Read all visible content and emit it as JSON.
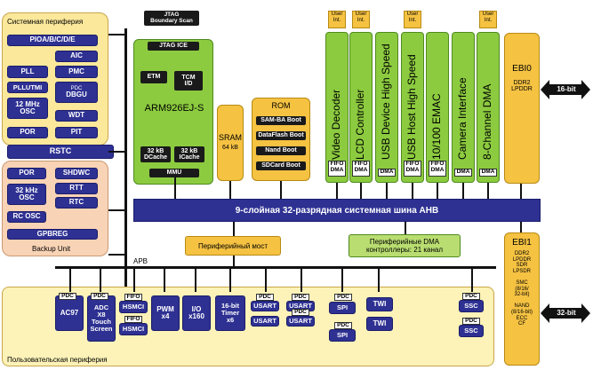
{
  "system_periph": {
    "title": "Системная периферия",
    "pio": "PIOA/B/C/D/E",
    "aic": "AIC",
    "pll": "PLL",
    "pmc": "PMC",
    "pllutmi": "PLLUTMI",
    "pdc": "PDC",
    "dbgu": "DBGU",
    "osc12": "12 MHz\nOSC",
    "wdt": "WDT",
    "por": "POR",
    "pit": "PIT",
    "rstc": "RSTC"
  },
  "backup": {
    "title": "Backup Unit",
    "por": "POR",
    "shdwc": "SHDWC",
    "osc32": "32 kHz\nOSC",
    "rtt": "RTT",
    "rtc": "RTC",
    "rcosc": "RC OSC",
    "gpbreg": "GPBREG"
  },
  "cpu": {
    "jtag": "JTAG\nBoundary Scan",
    "jtag_ice": "JTAG ICE",
    "etm": "ETM",
    "tcm": "TCM\nI/D",
    "core": "ARM926EJ-S",
    "dcache": "32 kB\nDCache",
    "icache": "32 kB\nICache",
    "mmu": "MMU",
    "sram_title": "SRAM",
    "sram_size": "64 kB"
  },
  "rom": {
    "title": "ROM",
    "items": [
      "SAM-BA Boot",
      "DataFlash Boot",
      "Nand Boot",
      "SDCard Boot"
    ]
  },
  "ahb_masters": [
    {
      "name": "Video Decoder",
      "user": "User\nInt.",
      "fifo": "FIFO",
      "dma": "DMA"
    },
    {
      "name": "LCD Controller",
      "user": "User\nInt.",
      "fifo": "FIFO",
      "dma": "DMA"
    },
    {
      "name": "USB Device High Speed",
      "user": "",
      "fifo": "",
      "dma": "DMA"
    },
    {
      "name": "USB Host High Speed",
      "user": "User\nInt.",
      "fifo": "FIFO",
      "dma": "DMA"
    },
    {
      "name": "10/100 EMAC",
      "user": "",
      "fifo": "FIFO",
      "dma": "DMA"
    },
    {
      "name": "Camera Interface",
      "user": "",
      "fifo": "",
      "dma": "DMA"
    },
    {
      "name": "8-Channel DMA",
      "user": "User\nInt.",
      "fifo": "",
      "dma": "DMA"
    }
  ],
  "ebi0": {
    "title": "EBI0",
    "desc": "DDR2\nLPDDR",
    "width": "16-bit"
  },
  "ebi1": {
    "title": "EBI1",
    "desc": "DDR2\nLPDDR\nSDR\nLPSDR\n\nSMC\n(8/16/\n32-bit)\n\nNAND\n(8/16-bit)\nECC\nCF",
    "width": "32-bit"
  },
  "bus": "9-слойная 32-разрядная системная шина AHB",
  "bridge": "Периферийный мост",
  "periph_dma": "Периферийные DMA\nконтроллеры: 21 канал",
  "apb": "APB",
  "user_periph": {
    "title": "Пользовательская периферия",
    "pdc": "PDC",
    "fifo": "FIFO",
    "ac97": "AC97",
    "adc": "ADC\nX8\nTouch\nScreen",
    "hsmci1": "HSMCI",
    "hsmci2": "HSMCI",
    "pwm": "PWM\nx4",
    "io": "I/O\nx160",
    "timer": "16-bit\nTimer\nx6",
    "usart": "USART",
    "spi": "SPI",
    "twi": "TWI",
    "ssc": "SSC"
  }
}
